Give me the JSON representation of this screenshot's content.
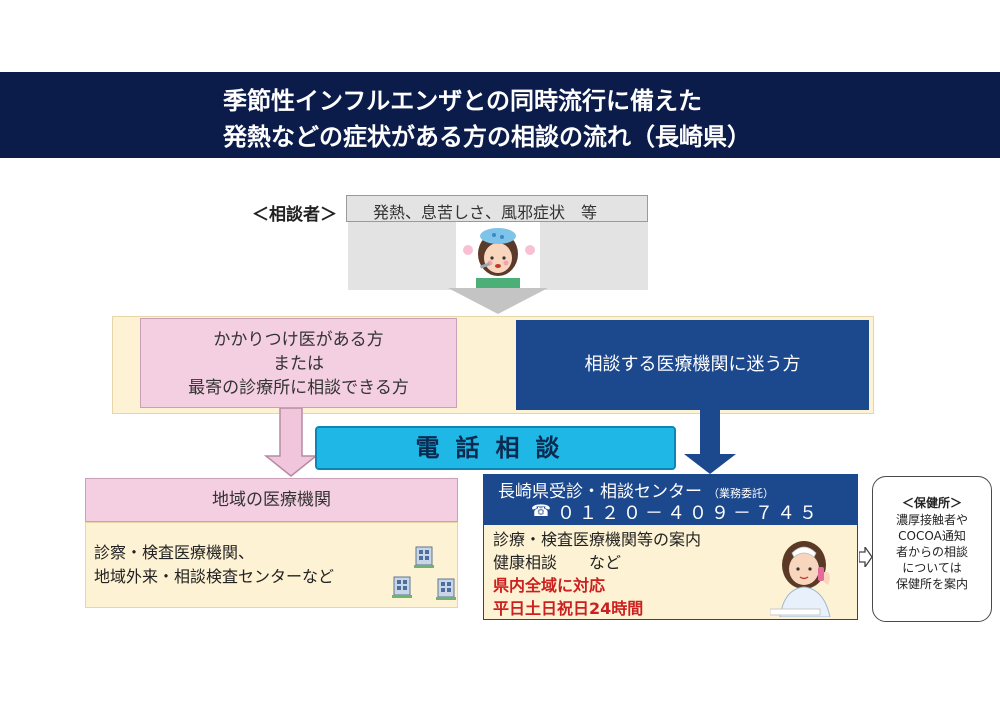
{
  "header": {
    "line1": "季節性インフルエンザとの同時流行に備えた",
    "line2": "発熱などの症状がある方の相談の流れ（長崎県）"
  },
  "consultant": {
    "label": "＜相談者＞",
    "symptoms": "発熱、息苦しさ、風邪症状　等"
  },
  "branches": {
    "has_doctor": [
      "かかりつけ医がある方",
      "または",
      "最寄の診療所に相談できる方"
    ],
    "unsure": "相談する医療機関に迷う方"
  },
  "phone_banner": "電話相談",
  "local_facility": {
    "title": "地域の医療機関",
    "body": [
      "診察・検査医療機関、",
      "地域外来・相談検査センターなど"
    ]
  },
  "center": {
    "title": "長崎県受診・相談センター",
    "note": "（業務委託）",
    "phone_icon": "☎",
    "phone": "０１２０－４０９－７４５",
    "lines": [
      "診療・検査医療機関等の案内",
      "健康相談　　など"
    ],
    "highlight": [
      "県内全域に対応",
      "平日土日祝日24時間"
    ]
  },
  "health_center": {
    "title": "＜保健所＞",
    "lines": [
      "濃厚接触者や",
      "COCOA通知",
      "者からの相談",
      "については",
      "保健所を案内"
    ]
  },
  "icons": [
    "sick-person-icon",
    "building-icon",
    "nurse-icon",
    "phone-icon"
  ],
  "colors": {
    "header_bg": "#0c1c4a",
    "navy": "#1c488e",
    "pink": "#f4cfe1",
    "beige": "#fdf2d3",
    "cyan": "#1fb8e6",
    "red": "#cc1f1f"
  }
}
